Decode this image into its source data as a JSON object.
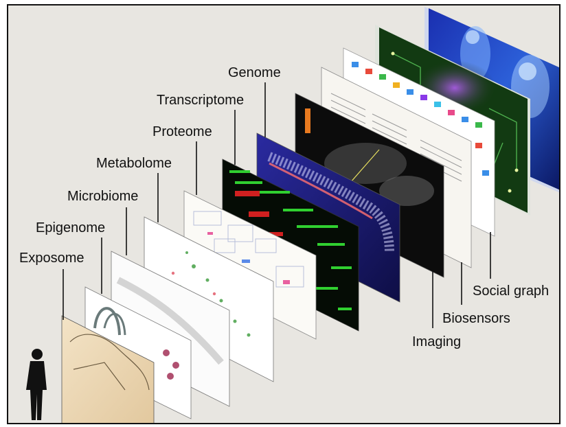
{
  "diagram": {
    "layers": [
      {
        "key": "exposome",
        "label": "Exposome"
      },
      {
        "key": "epigenome",
        "label": "Epigenome"
      },
      {
        "key": "microbiome",
        "label": "Microbiome"
      },
      {
        "key": "metabolome",
        "label": "Metabolome"
      },
      {
        "key": "proteome",
        "label": "Proteome"
      },
      {
        "key": "transcriptome",
        "label": "Transcriptome"
      },
      {
        "key": "genome",
        "label": "Genome"
      },
      {
        "key": "imaging",
        "label": "Imaging"
      },
      {
        "key": "biosensors",
        "label": "Biosensors"
      },
      {
        "key": "social_graph",
        "label": "Social graph"
      }
    ],
    "figure_icon": "human-silhouette-icon",
    "colors": {
      "background": "#e8e6e1",
      "border": "#111111",
      "genome_panel": "#1d1b6e",
      "transcriptome_panel": "#0a1a0a",
      "social_panel": "#0e2a8a",
      "biosensors_panel": "#123a12"
    }
  }
}
